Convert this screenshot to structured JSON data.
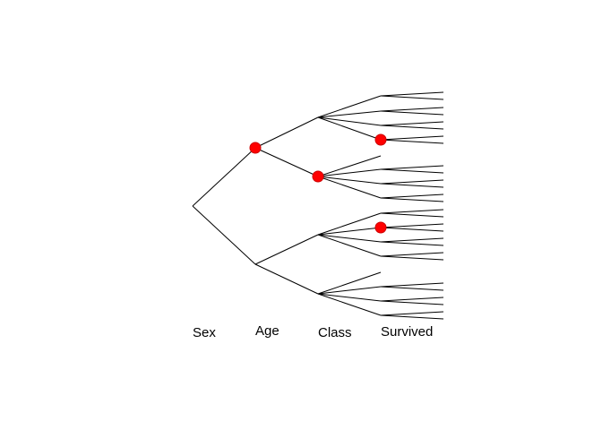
{
  "levels": [
    {
      "key": "sex",
      "label": "Sex"
    },
    {
      "key": "age",
      "label": "Age"
    },
    {
      "key": "class",
      "label": "Class"
    },
    {
      "key": "survived",
      "label": "Survived"
    }
  ],
  "colors": {
    "line": "#000000",
    "marker": "#ff0000"
  }
}
